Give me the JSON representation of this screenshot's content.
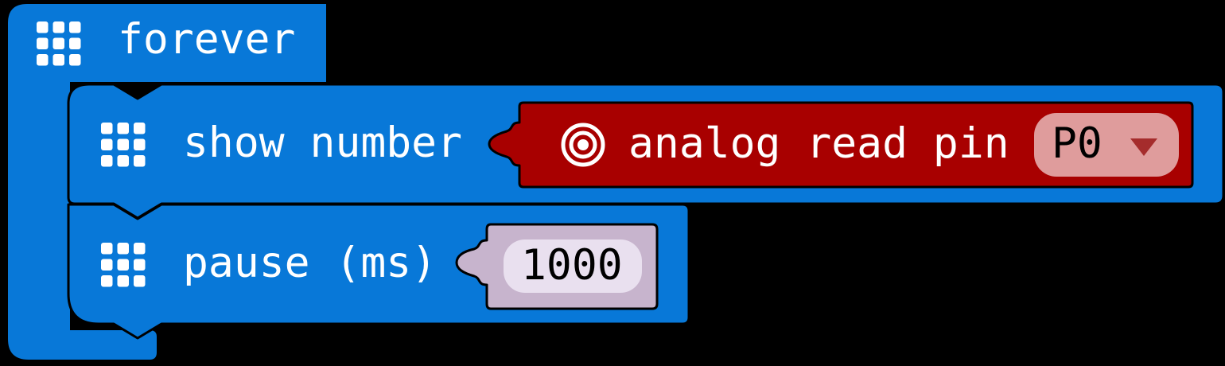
{
  "blocks": {
    "forever": {
      "label": "forever",
      "icon": "grid-icon"
    },
    "show_number": {
      "label": "show number",
      "icon": "grid-icon"
    },
    "analog_read_pin": {
      "label": "analog read pin",
      "icon": "bullseye-icon",
      "pin": {
        "value": "P0",
        "arrow_icon": "triangle-down-icon"
      }
    },
    "pause": {
      "label": "pause (ms)",
      "icon": "grid-icon",
      "ms": {
        "value": "1000"
      }
    }
  },
  "colors": {
    "block_blue": "#0878D8",
    "block_red": "#A80000",
    "dropdown_pink": "#DF9C9C",
    "dropdown_arrow_red": "#A52C2C",
    "number_block_lavender": "#C7B4CD",
    "number_field_lavender": "#E9E0EF",
    "outline_black": "#000000",
    "icon_white": "#FFFFFF"
  }
}
